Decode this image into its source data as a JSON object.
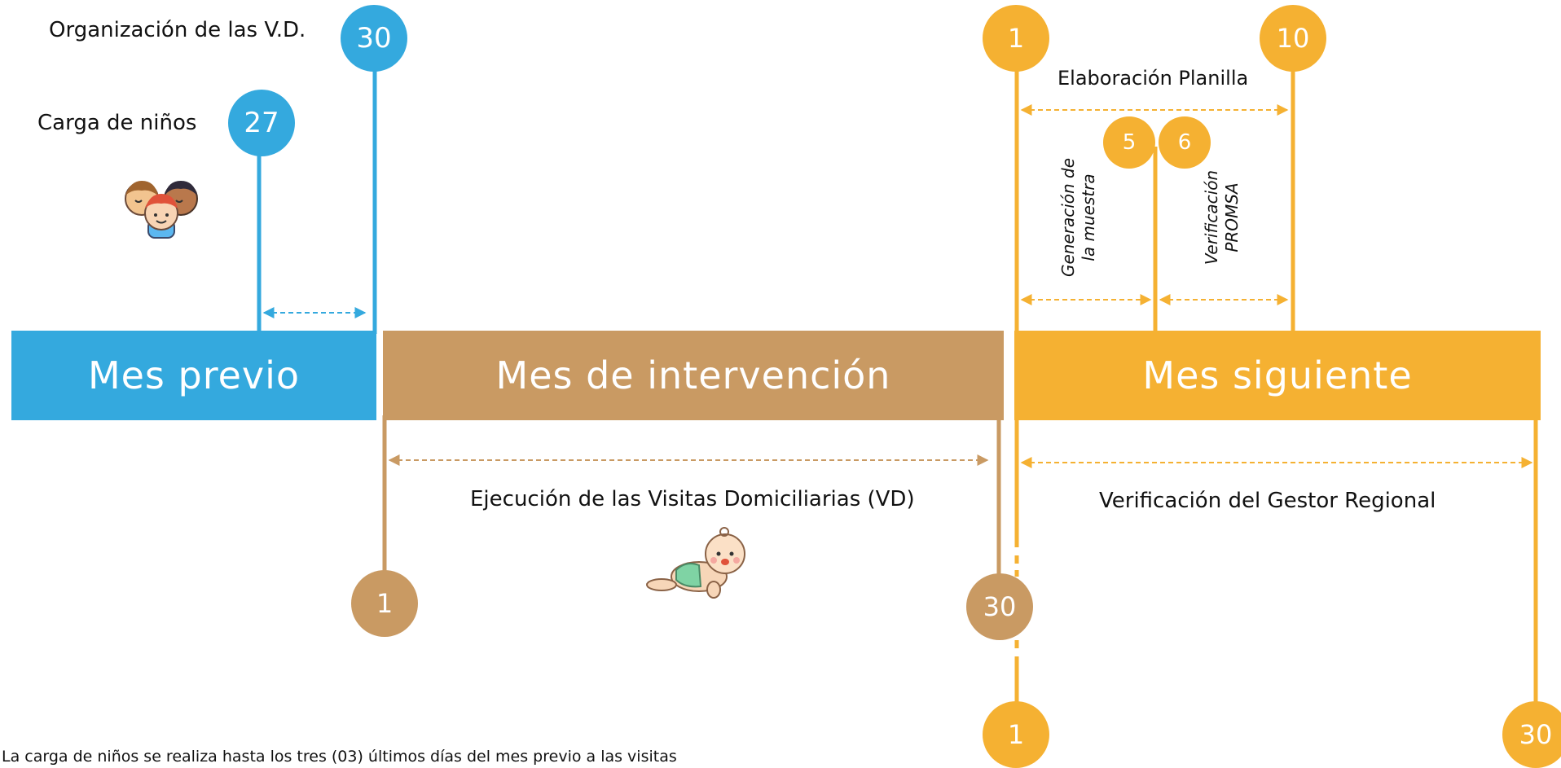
{
  "colors": {
    "blue": "#34a9de",
    "brown": "#c99a63",
    "orange": "#f5b132",
    "white": "#ffffff"
  },
  "bands": {
    "previous": "Mes previo",
    "intervention": "Mes de intervención",
    "next": "Mes siguiente"
  },
  "labels": {
    "organization": "Organización de las V.D.",
    "child_load": "Carga de niños",
    "execution": "Ejecución de las Visitas Domiciliarias (VD)",
    "regional_verification": "Verificación del Gestor Regional",
    "sheet_preparation": "Elaboración Planilla",
    "sample_generation": [
      "Generación de",
      "la muestra"
    ],
    "promsa_verification": [
      "Verificación",
      "PROMSA"
    ]
  },
  "nodes": {
    "prev_27": "27",
    "prev_30": "30",
    "int_1": "1",
    "int_30": "30",
    "next_top_1": "1",
    "next_top_10": "10",
    "next_5": "5",
    "next_6": "6",
    "next_bottom_1": "1",
    "next_bottom_30": "30"
  },
  "icons": {
    "children": "children-group-icon",
    "baby": "crawling-baby-icon"
  },
  "footnote": "La carga de niños se realiza hasta los tres (03) últimos días del mes previo a las visitas"
}
